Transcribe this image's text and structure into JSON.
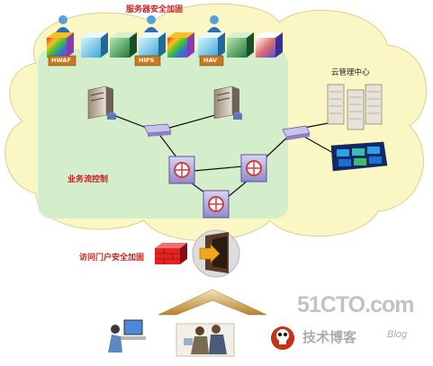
{
  "labels": {
    "server_hardening": "服务器安全加固",
    "cloud_management_center": "云管理中心",
    "business_flow_control": "业务流控制",
    "portal_security_hardening": "访问门户安全加固"
  },
  "component_tags": [
    "HWAF",
    "HIPS",
    "HAV"
  ],
  "watermark": {
    "logo": "51CTO.com",
    "sub": "技术博客",
    "blog": "Blog"
  },
  "colors": {
    "label_red": "#cc1f1f",
    "cloud_fill": "#fbf7c4",
    "zone_fill": "#cdeccd",
    "tag_fill": "#c8781e",
    "link_line": "#111111",
    "arrow": "#c49a4a"
  },
  "icons": [
    "firewall-brick-icon",
    "door-icon",
    "server-icon",
    "switch-icon",
    "router-icon",
    "server-rack-icon",
    "monitor-wall-icon",
    "user-workstation-icon",
    "user-group-icon",
    "hacker-icon",
    "arrow-up-icon"
  ]
}
